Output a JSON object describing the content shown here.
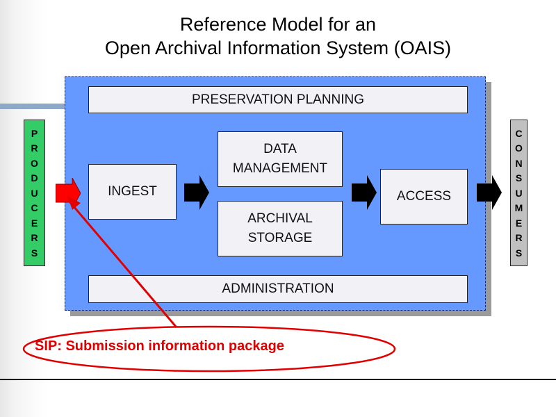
{
  "title": {
    "line1": "Reference Model for an",
    "line2": "Open Archival Information System (OAIS)"
  },
  "boxes": {
    "preservation_planning": "PRESERVATION PLANNING",
    "ingest": "INGEST",
    "data_management_line1": "DATA",
    "data_management_line2": "MANAGEMENT",
    "archival_storage_line1": "ARCHIVAL",
    "archival_storage_line2": "STORAGE",
    "access": "ACCESS",
    "administration": "ADMINISTRATION"
  },
  "producers": {
    "letters": [
      "P",
      "R",
      "O",
      "D",
      "U",
      "C",
      "E",
      "R",
      "S"
    ],
    "color": "#33cc66"
  },
  "consumers": {
    "letters": [
      "C",
      "O",
      "N",
      "S",
      "U",
      "M",
      "E",
      "R",
      "S"
    ],
    "color": "#c0c0c0"
  },
  "sip_label": "SIP: Submission information package",
  "colors": {
    "oais_background": "#6699ff",
    "box_fill": "#f1f1f6",
    "highlight_red": "#e00000",
    "flow_arrow": "#000000"
  }
}
